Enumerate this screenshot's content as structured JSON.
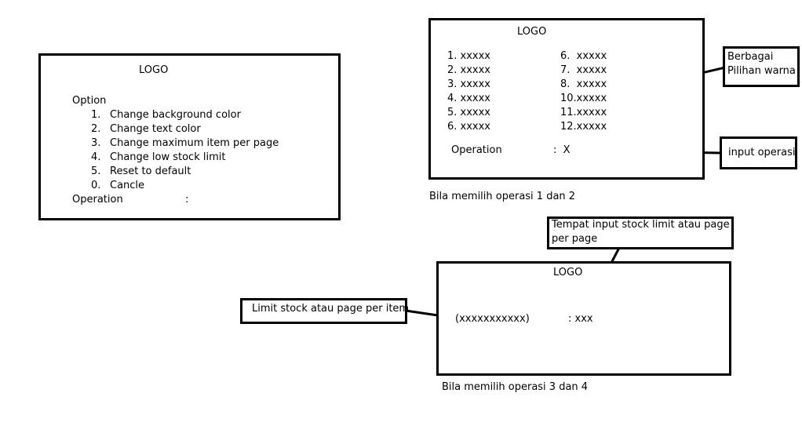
{
  "main_menu": {
    "logo": "LOGO",
    "option_label": "Option",
    "items": [
      {
        "num": "1.",
        "label": "Change background color"
      },
      {
        "num": "2.",
        "label": "Change text color"
      },
      {
        "num": "3.",
        "label": "Change maximum item per page"
      },
      {
        "num": "4.",
        "label": "Change low stock limit"
      },
      {
        "num": "5.",
        "label": "Reset to default"
      },
      {
        "num": "0.",
        "label": "Cancle"
      }
    ],
    "operation_label": "Operation",
    "operation_colon": ":"
  },
  "color_menu": {
    "logo": "LOGO",
    "left_items": [
      "1. xxxxx",
      "2. xxxxx",
      "3. xxxxx",
      "4. xxxxx",
      "5. xxxxx",
      "6. xxxxx"
    ],
    "right_items": [
      "6.  xxxxx",
      "7.  xxxxx",
      "8.  xxxxx",
      "10.xxxxx",
      "11.xxxxx",
      "12.xxxxx"
    ],
    "operation_label": "Operation",
    "operation_value": ":  X",
    "caption": "Bila memilih operasi 1 dan 2"
  },
  "callouts": {
    "colors_line1": "Berbagai",
    "colors_line2": "Pilihan warna",
    "input": "input operasi",
    "limit": "Limit stock atau page per item",
    "place_line1": "Tempat input stock limit atau page",
    "place_line2": "per page"
  },
  "limit_menu": {
    "logo": "LOGO",
    "field_label": "(xxxxxxxxxxx)",
    "field_value": ": xxx",
    "caption": "Bila memilih operasi 3 dan 4"
  }
}
